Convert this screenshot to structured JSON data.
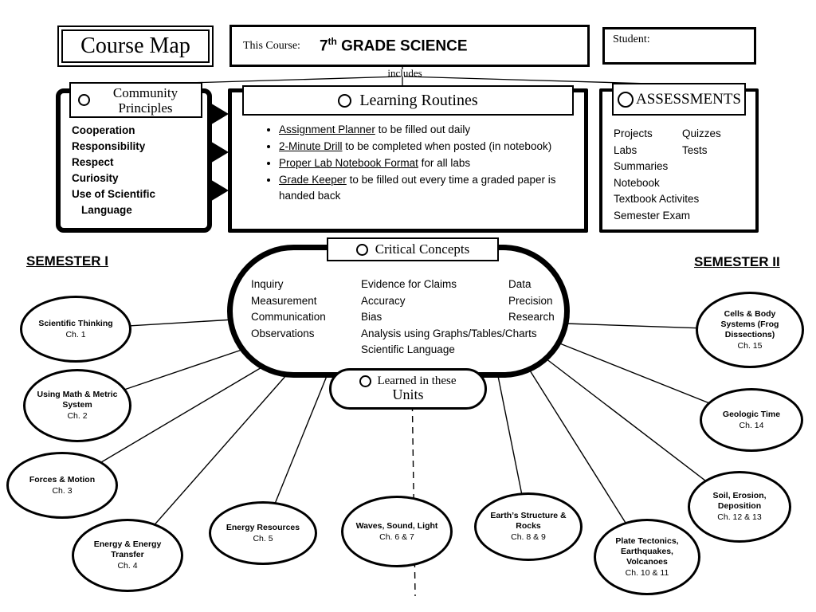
{
  "header": {
    "course_map": "Course Map",
    "this_course_label": "This Course:",
    "course_number": "7",
    "course_superscript": "th",
    "course_rest": " GRADE SCIENCE",
    "student_label": "Student:",
    "includes_label": "includes"
  },
  "community_principles": {
    "title_line1": "Community",
    "title_line2": "Principles",
    "items": [
      "Cooperation",
      "Responsibility",
      "Respect",
      "Curiosity",
      "Use of Scientific Language"
    ]
  },
  "learning_routines": {
    "title": "Learning Routines",
    "bullets": [
      {
        "u": "Assignment Planner",
        "r": " to be filled out daily"
      },
      {
        "u": "2-Minute Drill",
        "r": " to be completed when posted (in notebook)"
      },
      {
        "u": "Proper Lab Notebook Format",
        "r": " for all labs"
      },
      {
        "u": "Grade Keeper",
        "r": " to be filled out every time a graded paper is handed back"
      }
    ]
  },
  "assessments": {
    "title": "ASSESSMENTS",
    "col1": [
      "Projects",
      "Labs",
      "Summaries",
      "Notebook",
      "Textbook Activites",
      "Semester Exam"
    ],
    "col2": [
      "Quizzes",
      "Tests"
    ]
  },
  "semester_left": "SEMESTER I",
  "semester_right": "SEMESTER II",
  "critical_concepts": {
    "title": "Critical Concepts",
    "col1": [
      "Inquiry",
      "Measurement",
      "Communication",
      "Observations"
    ],
    "col2": [
      "Evidence for Claims",
      "Accuracy",
      "Bias",
      "Analysis using Graphs/Tables/Charts",
      "Scientific Language"
    ],
    "col3": [
      "Data",
      "Precision",
      "Research"
    ]
  },
  "learned_units": {
    "line1": "Learned in these",
    "line2": "Units"
  },
  "units": [
    {
      "name": "Scientific Thinking",
      "ch": "Ch. 1"
    },
    {
      "name": "Using Math & Metric System",
      "ch": "Ch. 2"
    },
    {
      "name": "Forces & Motion",
      "ch": "Ch. 3"
    },
    {
      "name": "Energy & Energy Transfer",
      "ch": "Ch. 4"
    },
    {
      "name": "Energy Resources",
      "ch": "Ch. 5"
    },
    {
      "name": "Waves, Sound, Light",
      "ch": "Ch. 6 & 7"
    },
    {
      "name": "Earth’s Structure & Rocks",
      "ch": "Ch. 8 & 9"
    },
    {
      "name": "Plate Tectonics, Earthquakes, Volcanoes",
      "ch": "Ch. 10 & 11"
    },
    {
      "name": "Soil, Erosion, Deposition",
      "ch": "Ch. 12 & 13"
    },
    {
      "name": "Geologic Time",
      "ch": "Ch. 14"
    },
    {
      "name": "Cells & Body Systems (Frog Dissections)",
      "ch": "Ch. 15"
    }
  ]
}
